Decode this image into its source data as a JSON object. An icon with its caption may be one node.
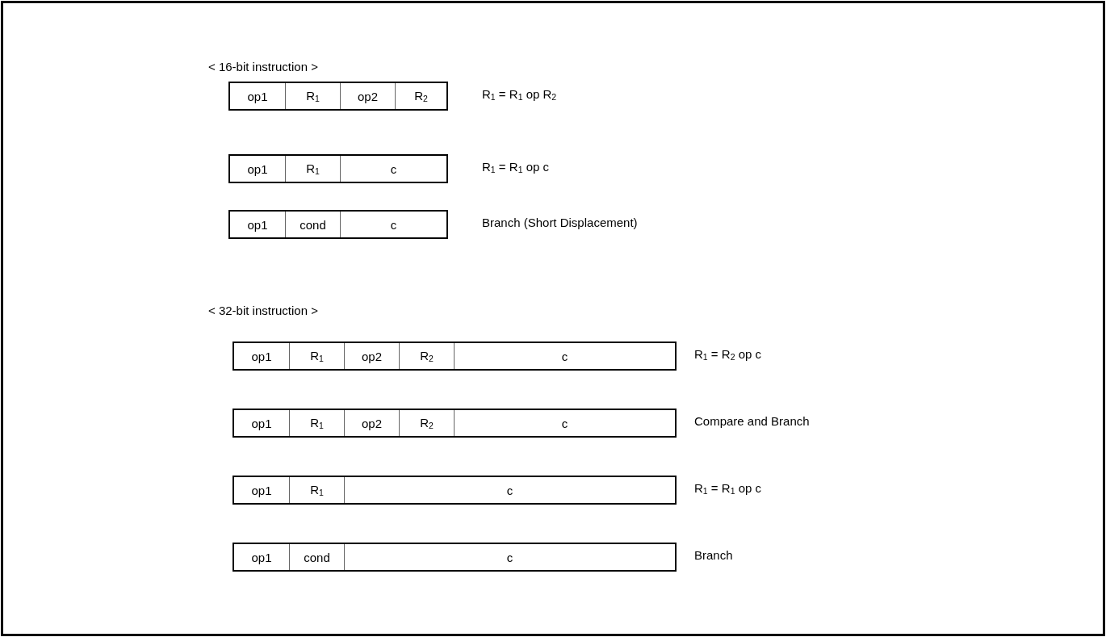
{
  "diagram": {
    "nodes": [
      {
        "text": [],
        "shape": "box",
        "beside": [
          "R$_{1}$ = R$_{1}$ op R$_{2}$"
        ]
      },
      {
        "text": [
          "op1"
        ],
        "in": 0
      },
      {
        "text": [
          "R$_{1}$"
        ],
        "in": 0
      },
      {
        "text": [
          "op2"
        ],
        "in": 0
      },
      {
        "text": [
          "R$_{2}$"
        ],
        "in": 0
      },
      {
        "text": [],
        "shape": "box",
        "beside": [
          "R$_{1}$ = R$_{1}$ op c"
        ]
      },
      {
        "text": [
          "op1"
        ],
        "in": 5
      },
      {
        "text": [
          "R$_{1}$"
        ],
        "in": 5
      },
      {
        "text": [
          "c"
        ],
        "in": 5
      },
      {
        "text": [],
        "shape": "box",
        "beside": [
          "Branch (Short Displacement)"
        ]
      },
      {
        "text": [
          "op1"
        ],
        "in": 9
      },
      {
        "text": [
          "cond"
        ],
        "in": 9
      },
      {
        "text": [
          "c"
        ],
        "in": 9
      },
      {
        "text": [],
        "shape": "box",
        "beside": [
          "R$_{1}$ = R$_{2}$ op c"
        ]
      },
      {
        "text": [
          "op1"
        ],
        "in": 13
      },
      {
        "text": [
          "R$_{1}$"
        ],
        "in": 13
      },
      {
        "text": [
          "op2"
        ],
        "in": 13
      },
      {
        "text": [
          "R$_{2}$"
        ],
        "in": 13
      },
      {
        "text": [
          "c"
        ],
        "in": 13
      },
      {
        "text": [],
        "shape": "box",
        "beside": [
          "Compare and Branch"
        ]
      },
      {
        "text": [
          "op1"
        ],
        "in": 19
      },
      {
        "text": [
          "R$_{1}$"
        ],
        "in": 19
      },
      {
        "text": [
          "op2"
        ],
        "in": 19
      },
      {
        "text": [
          "R$_{2}$"
        ],
        "in": 19
      },
      {
        "text": [
          "c"
        ],
        "in": 19
      },
      {
        "text": [],
        "shape": "box",
        "beside": [
          "R$_{1}$ = R$_{1}$ op c"
        ]
      },
      {
        "text": [
          "op1"
        ],
        "in": 25
      },
      {
        "text": [
          "R$_{1}$"
        ],
        "in": 25
      },
      {
        "text": [
          "c"
        ],
        "in": 25
      },
      {
        "text": [],
        "shape": "box",
        "beside": [
          "Branch"
        ]
      },
      {
        "text": [
          "op1"
        ],
        "in": 29
      },
      {
        "text": [
          "cond"
        ],
        "in": 29
      },
      {
        "text": [
          "c"
        ],
        "in": 29
      }
    ],
    "labels": [
      "< 16-bit instruction >",
      "< 32-bit instruction >"
    ]
  }
}
